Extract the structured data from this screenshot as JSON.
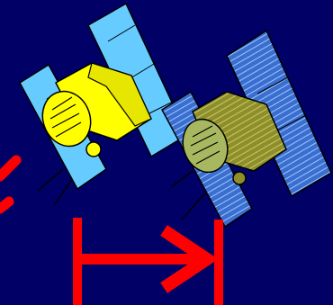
{
  "scene": {
    "background_color": "#000066",
    "description_items": [
      {
        "name": "satellite-original",
        "style": "solid",
        "panel_color": "#66CCFF",
        "body_color": "#FFFF00"
      },
      {
        "name": "satellite-displaced",
        "style": "hatched",
        "panel_color": "#3366CC",
        "body_color": "#999933"
      },
      {
        "name": "displacement-arrow",
        "color": "#FF0000",
        "direction": "right"
      },
      {
        "name": "motion-mark",
        "color": "#FF0000"
      }
    ]
  }
}
